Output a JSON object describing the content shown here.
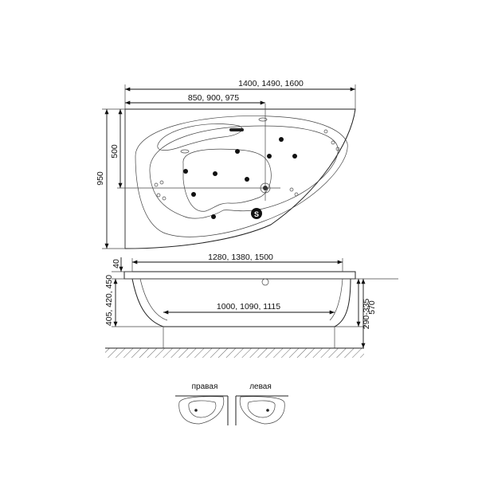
{
  "top_view": {
    "total_length_label": "1400, 1490, 1600",
    "partial_length_label": "850, 900, 975",
    "total_depth_label": "950",
    "partial_depth_label": "500",
    "drain_symbol": "S"
  },
  "side_view": {
    "rim_thickness_label": "40",
    "top_length_label": "1280, 1380, 1500",
    "bottom_length_label": "1000, 1090, 1115",
    "height_left_label": "405, 420, 450",
    "height_right_label": "290-335",
    "total_height_label": "570"
  },
  "variants": {
    "right_label": "правая",
    "left_label": "левая"
  }
}
